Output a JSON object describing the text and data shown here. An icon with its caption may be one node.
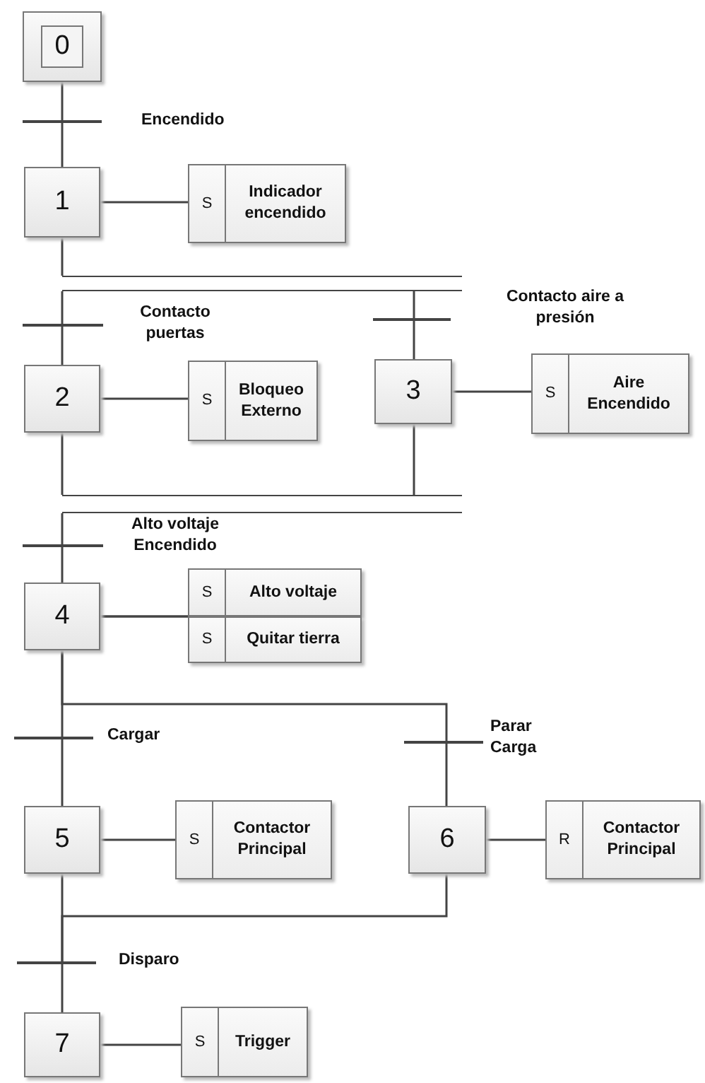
{
  "diagram": {
    "nodes": [
      {
        "text": [
          "0"
        ]
      },
      {
        "text": [],
        "shape": "bar"
      },
      {
        "text": [
          "1"
        ]
      },
      {
        "text": [
          "S",
          "Indicador encendido"
        ]
      },
      {
        "text": [],
        "shape": "bar"
      },
      {
        "text": [],
        "shape": "bar"
      },
      {
        "text": [
          "2"
        ]
      },
      {
        "text": [
          "S",
          "Bloqueo Externo"
        ]
      },
      {
        "text": [],
        "shape": "bar"
      },
      {
        "text": [
          "3"
        ]
      },
      {
        "text": [
          "S",
          "Aire Encendido"
        ]
      },
      {
        "text": [],
        "shape": "bar"
      },
      {
        "text": [],
        "shape": "bar"
      },
      {
        "text": [
          "4"
        ]
      },
      {
        "text": [
          "S",
          "Alto voltaje"
        ]
      },
      {
        "text": [
          "S",
          "Quitar tierra"
        ]
      },
      {
        "text": [],
        "shape": "bar"
      },
      {
        "text": [
          "5"
        ]
      },
      {
        "text": [
          "S",
          "Contactor Principal"
        ]
      },
      {
        "text": [],
        "shape": "bar"
      },
      {
        "text": [
          "6"
        ]
      },
      {
        "text": [
          "R",
          "Contactor Principal"
        ]
      },
      {
        "text": [],
        "shape": "bar"
      },
      {
        "text": [
          "7"
        ]
      },
      {
        "text": [
          "S",
          "Trigger"
        ]
      }
    ],
    "edges": [
      {
        "from": 0,
        "to": 1,
        "arrow": "none"
      },
      {
        "from": 1,
        "to": 2,
        "arrow": "none"
      },
      {
        "from": 2,
        "to": 3,
        "arrow": "none"
      },
      {
        "from": 2,
        "to": 4,
        "arrow": "none"
      },
      {
        "from": 4,
        "to": 5,
        "arrow": "none"
      },
      {
        "from": 5,
        "to": 6,
        "arrow": "none"
      },
      {
        "from": 6,
        "to": 7,
        "arrow": "none"
      },
      {
        "from": 6,
        "to": 11,
        "arrow": "none"
      },
      {
        "from": 4,
        "to": 8,
        "arrow": "none"
      },
      {
        "from": 8,
        "to": 9,
        "arrow": "none"
      },
      {
        "from": 9,
        "to": 10,
        "arrow": "none"
      },
      {
        "from": 9,
        "to": 11,
        "arrow": "none"
      },
      {
        "from": 11,
        "to": 12,
        "arrow": "none"
      },
      {
        "from": 12,
        "to": 13,
        "arrow": "none"
      },
      {
        "from": 13,
        "to": 14,
        "arrow": "none"
      },
      {
        "from": 13,
        "to": 15,
        "arrow": "none"
      },
      {
        "from": 13,
        "to": 16,
        "arrow": "none"
      },
      {
        "from": 13,
        "to": 19,
        "arrow": "none"
      },
      {
        "from": 16,
        "to": 17,
        "arrow": "none"
      },
      {
        "from": 17,
        "to": 18,
        "arrow": "none"
      },
      {
        "from": 19,
        "to": 20,
        "arrow": "none"
      },
      {
        "from": 20,
        "to": 21,
        "arrow": "none"
      },
      {
        "from": 17,
        "to": 22,
        "arrow": "none"
      },
      {
        "from": 20,
        "to": 22,
        "arrow": "none"
      },
      {
        "from": 22,
        "to": 23,
        "arrow": "none"
      },
      {
        "from": 23,
        "to": 24,
        "arrow": "none"
      }
    ],
    "labels": [
      "Encendido",
      "Contacto puertas",
      "Contacto aire a presión",
      "Alto voltaje Encendido",
      "Cargar",
      "Parar Carga",
      "Disparo"
    ]
  }
}
